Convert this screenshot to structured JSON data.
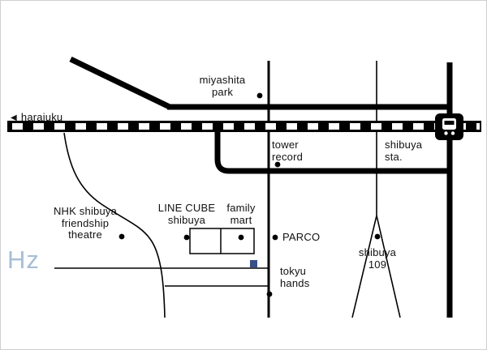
{
  "map": {
    "background": "#ffffff",
    "road_color": "#000000",
    "logo": {
      "text": "Hz",
      "color": "#a7bed6"
    },
    "venue_marker_color": "#35508a",
    "labels": {
      "harajuku_arrow": "◀",
      "harajuku": "harajuku",
      "miyashita_park": "miyashita\npark",
      "tower_record": "tower\nrecord",
      "shibuya_station": "shibuya\nsta.",
      "nhk_theatre": "NHK shibuya\nfriendship\ntheatre",
      "line_cube": "LINE CUBE\nshibuya",
      "family_mart": "family\nmart",
      "parco": "PARCO",
      "tokyu_hands": "tokyu\nhands",
      "shibuya_109": "shibuya\n109"
    }
  }
}
